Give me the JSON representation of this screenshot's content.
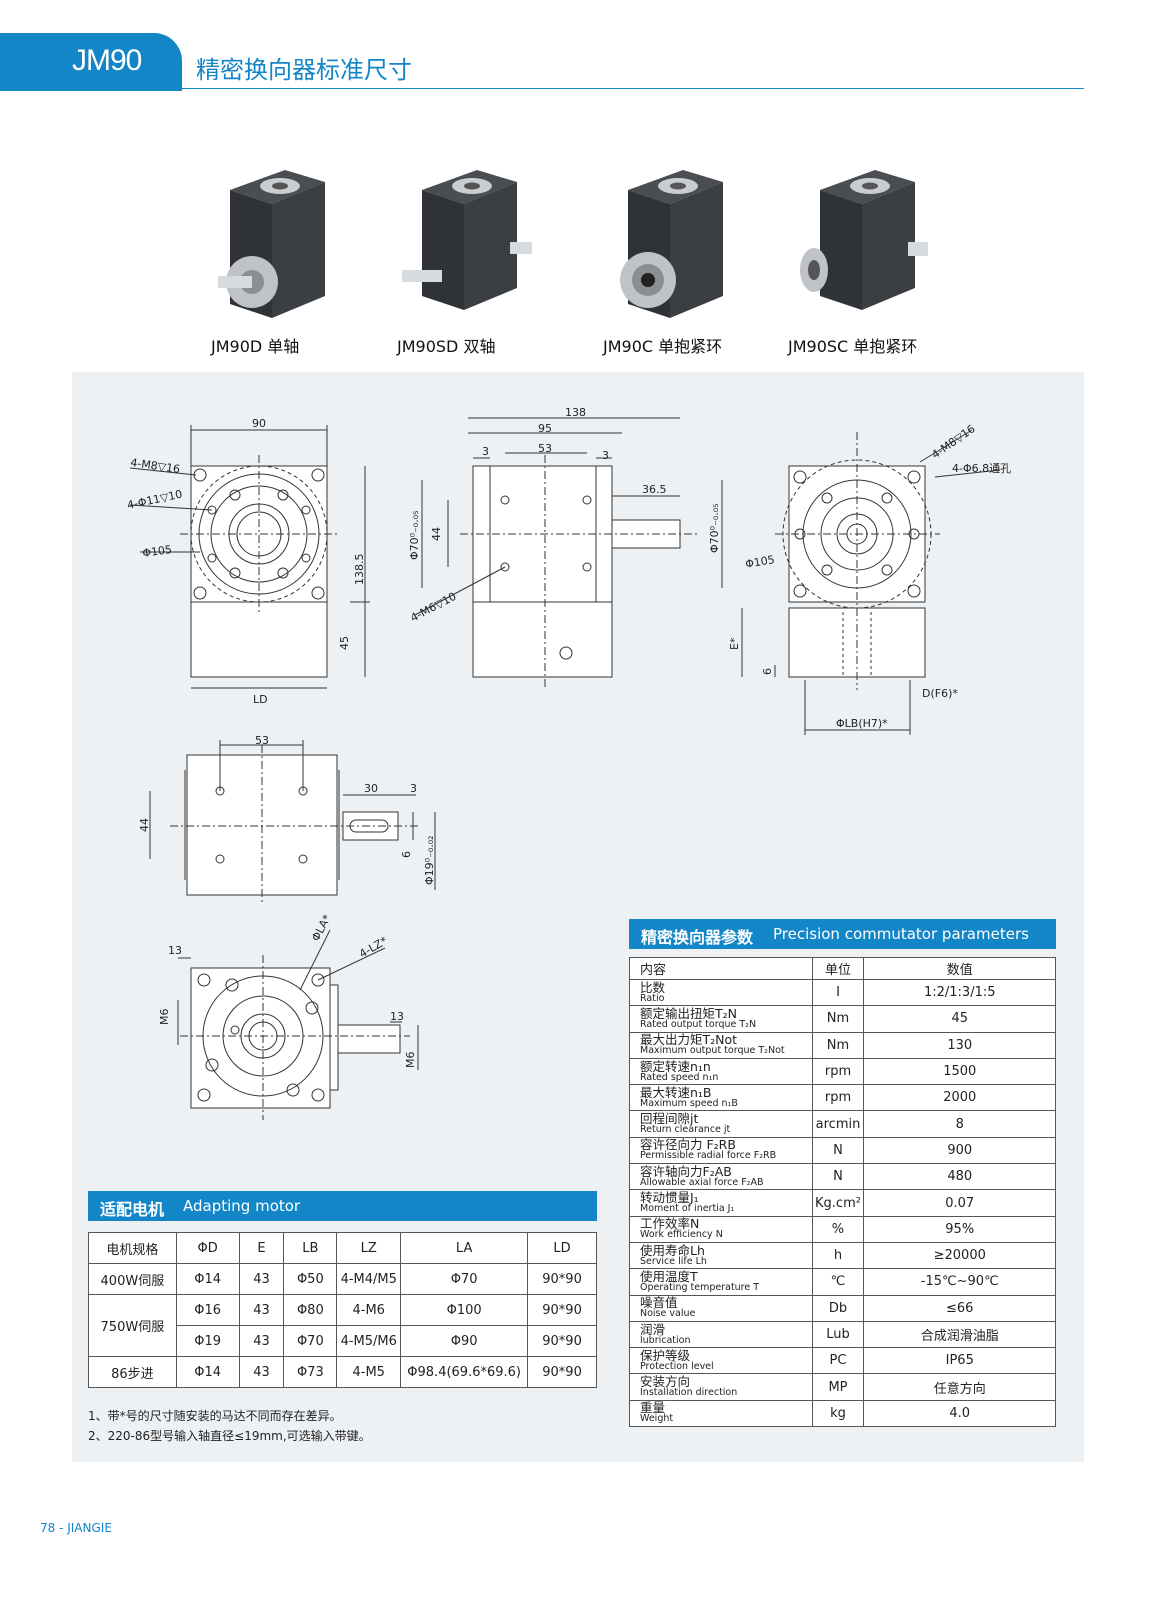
{
  "header": {
    "code": "JM90",
    "title": "精密换向器标准尺寸"
  },
  "products": [
    {
      "caption": "JM90D 单轴",
      "icon": "gearbox-single-shaft"
    },
    {
      "caption": "JM90SD 双轴",
      "icon": "gearbox-double-shaft"
    },
    {
      "caption": "JM90C 单抱紧环",
      "icon": "gearbox-clamp-ring"
    },
    {
      "caption": "JM90SC 单抱紧环",
      "icon": "gearbox-clamp-ring-side"
    }
  ],
  "drawing_labels": {
    "d90": "90",
    "m8_left": "4-M8▽16",
    "phi11": "4-Φ11▽10",
    "phi105_left": "Φ105",
    "h1385": "138.5",
    "h45": "45",
    "ld": "LD",
    "d138": "138",
    "d95": "95",
    "d53": "53",
    "d3a": "3",
    "d3b": "3",
    "d365": "36.5",
    "phi70_left": "Φ70⁰₋₀.₀₅",
    "d44": "44",
    "m6": "4-M6▽10",
    "phi70_right": "Φ70⁰₋₀.₀₅",
    "m8_right": "4-M8▽16",
    "phi68": "4-Φ6.8通孔",
    "phi105_right": "Φ105",
    "e_star": "E*",
    "d6": "6",
    "df6": "D(F6)*",
    "lbh7": "ΦLB(H7)*",
    "b53": "53",
    "b30": "30",
    "b3": "3",
    "b44": "44",
    "b6": "6",
    "phi19": "Φ19⁰₋₀.₀₂",
    "c13a": "13",
    "c13b": "13",
    "cla": "ΦLA*",
    "clz": "4-LZ*",
    "cm6a": "M6",
    "cm6b": "M6"
  },
  "motor": {
    "title_zh": "适配电机",
    "title_en": "Adapting motor",
    "headers": [
      "电机规格",
      "ΦD",
      "E",
      "LB",
      "LZ",
      "LA",
      "LD"
    ],
    "rows": [
      {
        "spec": "400W伺服",
        "cells": [
          "Φ14",
          "43",
          "Φ50",
          "4-M4/M5",
          "Φ70",
          "90*90"
        ]
      },
      {
        "spec": "750W伺服",
        "cells": [
          "Φ16",
          "43",
          "Φ80",
          "4-M6",
          "Φ100",
          "90*90"
        ]
      },
      {
        "spec": "",
        "cells": [
          "Φ19",
          "43",
          "Φ70",
          "4-M5/M6",
          "Φ90",
          "90*90"
        ]
      },
      {
        "spec": "86步进",
        "cells": [
          "Φ14",
          "43",
          "Φ73",
          "4-M5",
          "Φ98.4(69.6*69.6)",
          "90*90"
        ]
      }
    ]
  },
  "params": {
    "title_zh": "精密换向器参数",
    "title_en": "Precision commutator parameters",
    "headers": [
      "内容",
      "单位",
      "数值"
    ],
    "rows": [
      {
        "zh": "比数",
        "en": "Ratio",
        "unit": "I",
        "value": "1:2/1:3/1:5"
      },
      {
        "zh": "额定输出扭矩T₂N",
        "en": "Rated output torque T₂N",
        "unit": "Nm",
        "value": "45"
      },
      {
        "zh": "最大出力矩T₂Not",
        "en": "Maximum output torque T₂Not",
        "unit": "Nm",
        "value": "130"
      },
      {
        "zh": "额定转速n₁n",
        "en": "Rated speed n₁n",
        "unit": "rpm",
        "value": "1500"
      },
      {
        "zh": "最大转速n₁B",
        "en": "Maximum speed n₁B",
        "unit": "rpm",
        "value": "2000"
      },
      {
        "zh": "回程间隙jt",
        "en": "Return clearance jt",
        "unit": "arcmin",
        "value": "8"
      },
      {
        "zh": "容许径向力 F₂RB",
        "en": "Permissible radial force F₂RB",
        "unit": "N",
        "value": "900"
      },
      {
        "zh": "容许轴向力F₂AB",
        "en": "Allowable axial force F₂AB",
        "unit": "N",
        "value": "480"
      },
      {
        "zh": "转动惯量J₁",
        "en": "Moment of inertia J₁",
        "unit": "Kg.cm²",
        "value": "0.07"
      },
      {
        "zh": "工作效率N",
        "en": "Work efficiency N",
        "unit": "%",
        "value": "95%"
      },
      {
        "zh": "使用寿命Lh",
        "en": "Service life Lh",
        "unit": "h",
        "value": "≥20000"
      },
      {
        "zh": "使用温度T",
        "en": "Operating temperature T",
        "unit": "℃",
        "value": "-15℃~90℃"
      },
      {
        "zh": "噪音值",
        "en": "Noise value",
        "unit": "Db",
        "value": "≤66"
      },
      {
        "zh": "润滑",
        "en": "lubrication",
        "unit": "Lub",
        "value": "合成润滑油脂"
      },
      {
        "zh": "保护等级",
        "en": "Protection level",
        "unit": "PC",
        "value": "IP65"
      },
      {
        "zh": "安装方向",
        "en": "Installation direction",
        "unit": "MP",
        "value": "任意方向"
      },
      {
        "zh": "重量",
        "en": "Weight",
        "unit": "kg",
        "value": "4.0"
      }
    ]
  },
  "notes": [
    "1、带*号的尺寸随安装的马达不同而存在差异。",
    "2、220-86型号输入轴直径≤19mm,可选输入带键。"
  ],
  "footer": "78 - JIANGIE",
  "colors": {
    "brand": "#1386c8",
    "panel": "#eef1f4"
  }
}
